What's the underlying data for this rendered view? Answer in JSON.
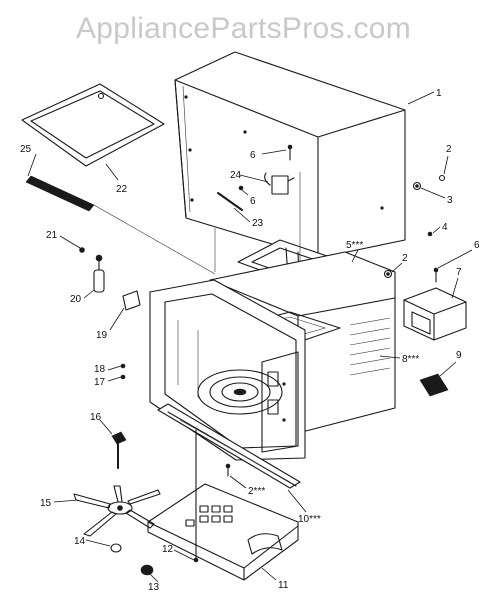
{
  "watermark": "AppliancePartsPros.com",
  "callouts": [
    {
      "id": "c1",
      "label": "1"
    },
    {
      "id": "c2a",
      "label": "2"
    },
    {
      "id": "c3",
      "label": "3"
    },
    {
      "id": "c4",
      "label": "4"
    },
    {
      "id": "c5",
      "label": "5***"
    },
    {
      "id": "c2b",
      "label": "2"
    },
    {
      "id": "c6a",
      "label": "6"
    },
    {
      "id": "c6b",
      "label": "6"
    },
    {
      "id": "c6c",
      "label": "6"
    },
    {
      "id": "c7",
      "label": "7"
    },
    {
      "id": "c8",
      "label": "8***"
    },
    {
      "id": "c9",
      "label": "9"
    },
    {
      "id": "c10",
      "label": "10***"
    },
    {
      "id": "c11",
      "label": "11"
    },
    {
      "id": "c12",
      "label": "12"
    },
    {
      "id": "c13",
      "label": "13"
    },
    {
      "id": "c14",
      "label": "14"
    },
    {
      "id": "c15",
      "label": "15"
    },
    {
      "id": "c16",
      "label": "16"
    },
    {
      "id": "c17",
      "label": "17"
    },
    {
      "id": "c18",
      "label": "18"
    },
    {
      "id": "c19",
      "label": "19"
    },
    {
      "id": "c20",
      "label": "20"
    },
    {
      "id": "c21",
      "label": "21"
    },
    {
      "id": "c22",
      "label": "22"
    },
    {
      "id": "c23",
      "label": "23"
    },
    {
      "id": "c24",
      "label": "24"
    },
    {
      "id": "c25",
      "label": "25"
    },
    {
      "id": "c2c",
      "label": "2***"
    }
  ]
}
